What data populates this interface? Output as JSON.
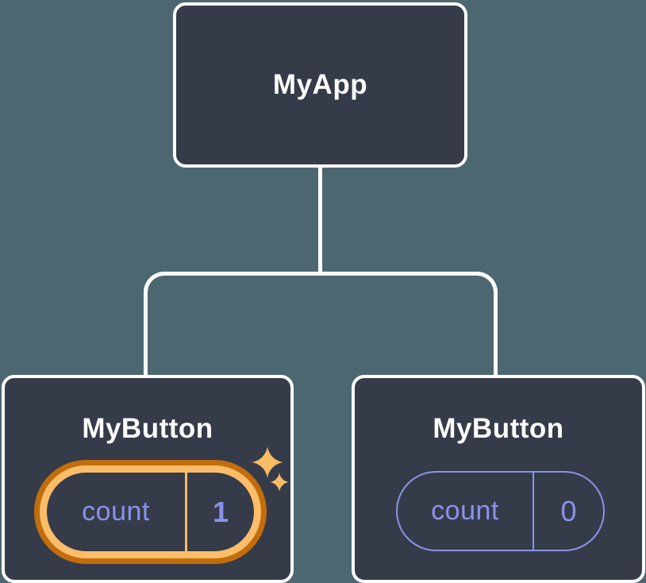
{
  "theme": {
    "background": "#4D6770",
    "node-fill": "#353B48",
    "node-border": "#FFFFFF",
    "text-primary": "#FCFCFD",
    "state-purple": "#8A93EA",
    "highlight-dark": "#C26D0C",
    "highlight-light": "#FBBD69",
    "sparkle": "#F9BB63"
  },
  "tree": {
    "root": {
      "label": "MyApp"
    },
    "children": [
      {
        "label": "MyButton",
        "state": {
          "name": "count",
          "value": "1",
          "highlighted": true
        }
      },
      {
        "label": "MyButton",
        "state": {
          "name": "count",
          "value": "0",
          "highlighted": false
        }
      }
    ]
  }
}
